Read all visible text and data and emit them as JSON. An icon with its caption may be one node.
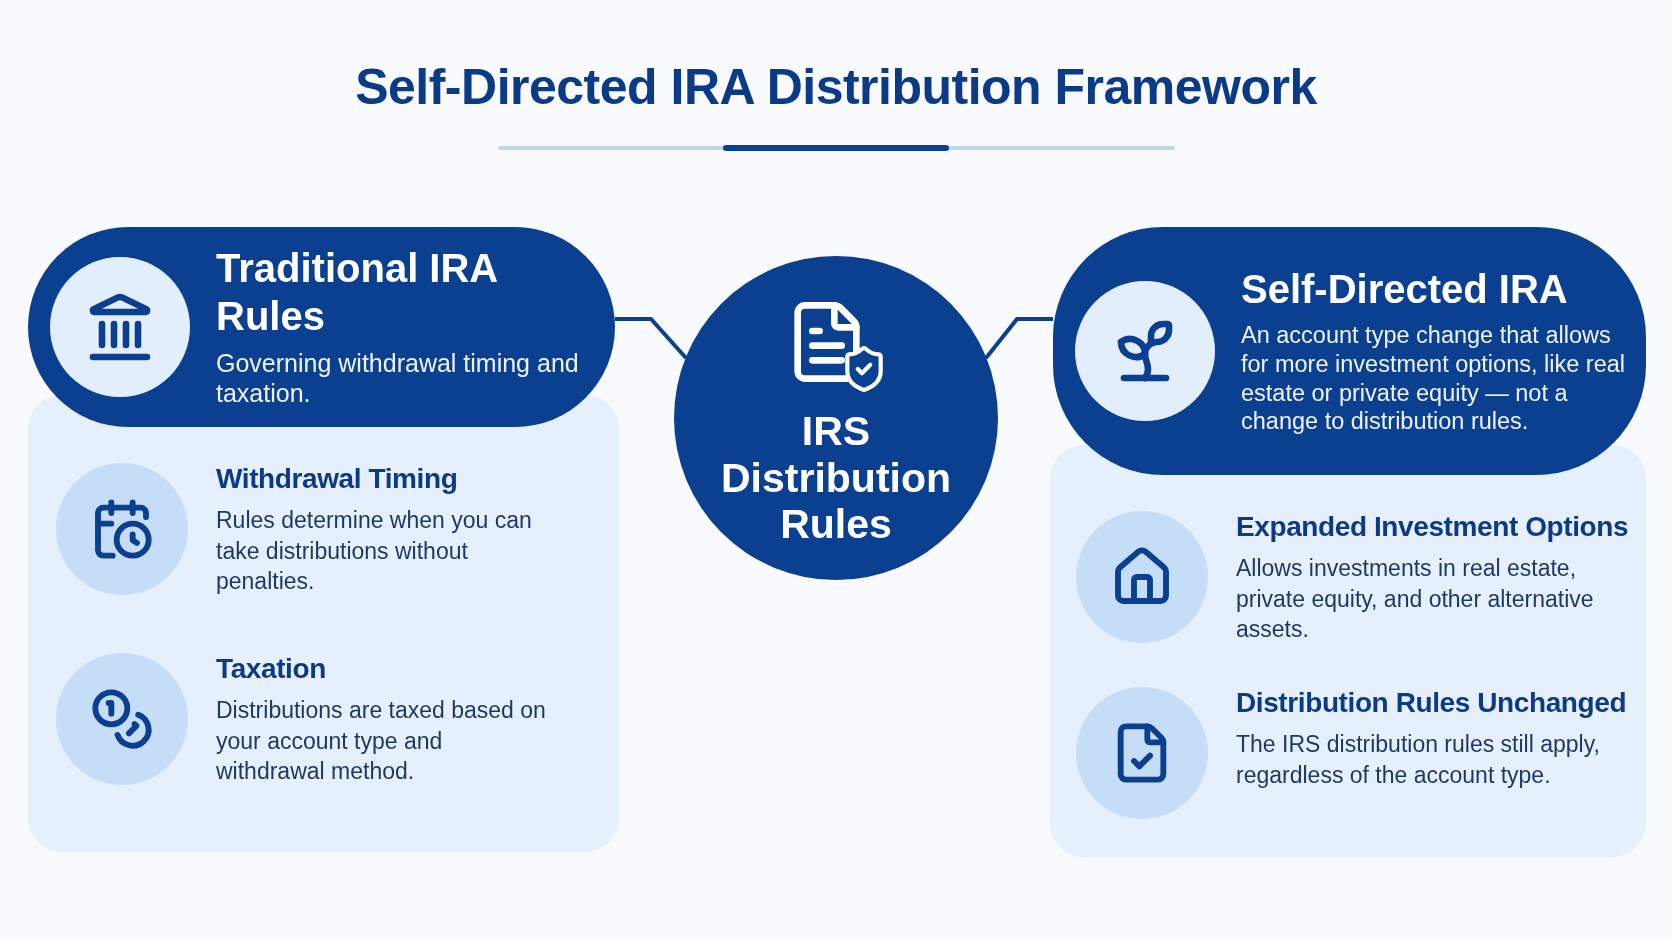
{
  "diagram": {
    "title": "Self-Directed IRA Distribution Framework",
    "nodes": [
      {
        "text": [
          "Traditional IRA Rules",
          "Governing withdrawal timing and taxation."
        ]
      },
      {
        "text": [
          "IRS Distribution Rules"
        ]
      },
      {
        "text": [
          "Self-Directed IRA",
          "An account type change that allows for more investment options, like real estate or private equity — not a change to distribution rules."
        ]
      },
      {
        "text": [],
        "shape": "box"
      },
      {
        "text": [
          "Withdrawal Timing",
          "Rules determine when you can take distributions without penalties."
        ],
        "in": 3
      },
      {
        "text": [
          "Taxation",
          "Distributions are taxed based on your account type and withdrawal method."
        ],
        "in": 3
      },
      {
        "text": [],
        "shape": "box"
      },
      {
        "text": [
          "Expanded Investment Options",
          "Allows investments in real estate, private equity, and other alternative assets."
        ],
        "in": 6
      },
      {
        "text": [
          "Distribution Rules Unchanged",
          "The IRS distribution rules still apply, regardless of the account type."
        ],
        "in": 6
      }
    ],
    "edges": [
      {
        "from": 0,
        "to": 1,
        "arrow": "none"
      },
      {
        "from": 1,
        "to": 2,
        "arrow": "none"
      }
    ]
  }
}
